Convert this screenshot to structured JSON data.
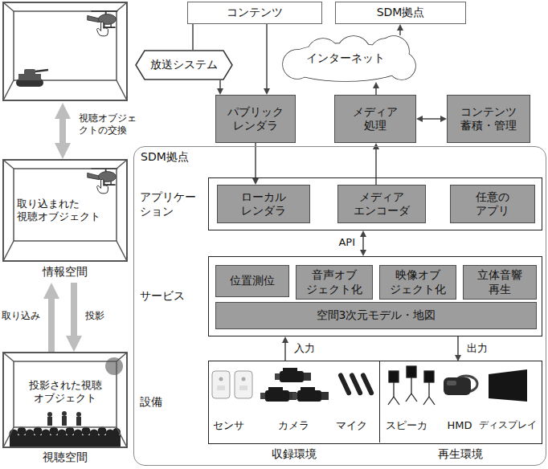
{
  "diagram": {
    "nodes": [
      {
        "text": [
          "コンテンツ"
        ]
      },
      {
        "text": [
          "SDM拠点"
        ]
      },
      {
        "text": [
          "放送システム"
        ]
      },
      {
        "text": [
          "インターネット"
        ]
      },
      {
        "text": [
          "パブリック レンダラ"
        ]
      },
      {
        "text": [
          "メディア 処理"
        ]
      },
      {
        "text": [
          "コンテンツ 蓄積・管理"
        ]
      },
      {
        "text": [
          "SDM拠点"
        ]
      },
      {
        "text": [
          "アプリケー ション"
        ],
        "in": 7
      },
      {
        "text": [
          "ローカル レンダラ"
        ],
        "in": 8
      },
      {
        "text": [
          "メディア エンコーダ"
        ],
        "in": 8
      },
      {
        "text": [
          "任意の アプリ"
        ],
        "in": 8
      },
      {
        "text": [
          "サービス"
        ],
        "in": 7
      },
      {
        "text": [
          "位置測位"
        ],
        "in": 12
      },
      {
        "text": [
          "音声オブ ジェクト化"
        ],
        "in": 12
      },
      {
        "text": [
          "映像オブ ジェクト化"
        ],
        "in": 12
      },
      {
        "text": [
          "立体音響 再生"
        ],
        "in": 12
      },
      {
        "text": [
          "空間3次元モデル・地図"
        ],
        "in": 12
      },
      {
        "text": [
          "設備"
        ],
        "in": 7
      },
      {
        "text": [
          "収録環境"
        ],
        "in": 18
      },
      {
        "text": [
          "再生環境"
        ],
        "in": 18
      },
      {
        "text": [
          "取り込まれた 視聴オブジェクト",
          "情報空間"
        ]
      },
      {
        "text": [
          "投影された視聴 オブジェクト",
          "視聴空間"
        ]
      }
    ],
    "edges": [
      {
        "from": 0,
        "to": 2,
        "arrow": "none"
      },
      {
        "from": 2,
        "to": 4,
        "arrow": "to"
      },
      {
        "from": 0,
        "to": 4,
        "arrow": "to"
      },
      {
        "from": 5,
        "to": 3,
        "arrow": "to"
      },
      {
        "from": 3,
        "to": 1,
        "arrow": "to"
      },
      {
        "from": 5,
        "to": 6,
        "arrow": "both"
      },
      {
        "from": 4,
        "to": 9,
        "arrow": "to"
      },
      {
        "from": 10,
        "to": 5,
        "arrow": "to"
      },
      {
        "from": 8,
        "to": 12,
        "arrow": "both",
        "label": "API"
      },
      {
        "from": 19,
        "to": 12,
        "arrow": "to",
        "label": "入力"
      },
      {
        "from": 12,
        "to": 20,
        "arrow": "to",
        "label": "出力"
      },
      {
        "from": 22,
        "to": 21,
        "arrow": "to",
        "label": "取り込み"
      },
      {
        "from": 21,
        "to": 22,
        "arrow": "to",
        "label": "投影"
      }
    ],
    "labels": [
      "視聴オブジェ クトの交換",
      "センサ",
      "カメラ",
      "マイク",
      "スピーカ",
      "HMD",
      "ディスプレイ"
    ]
  }
}
